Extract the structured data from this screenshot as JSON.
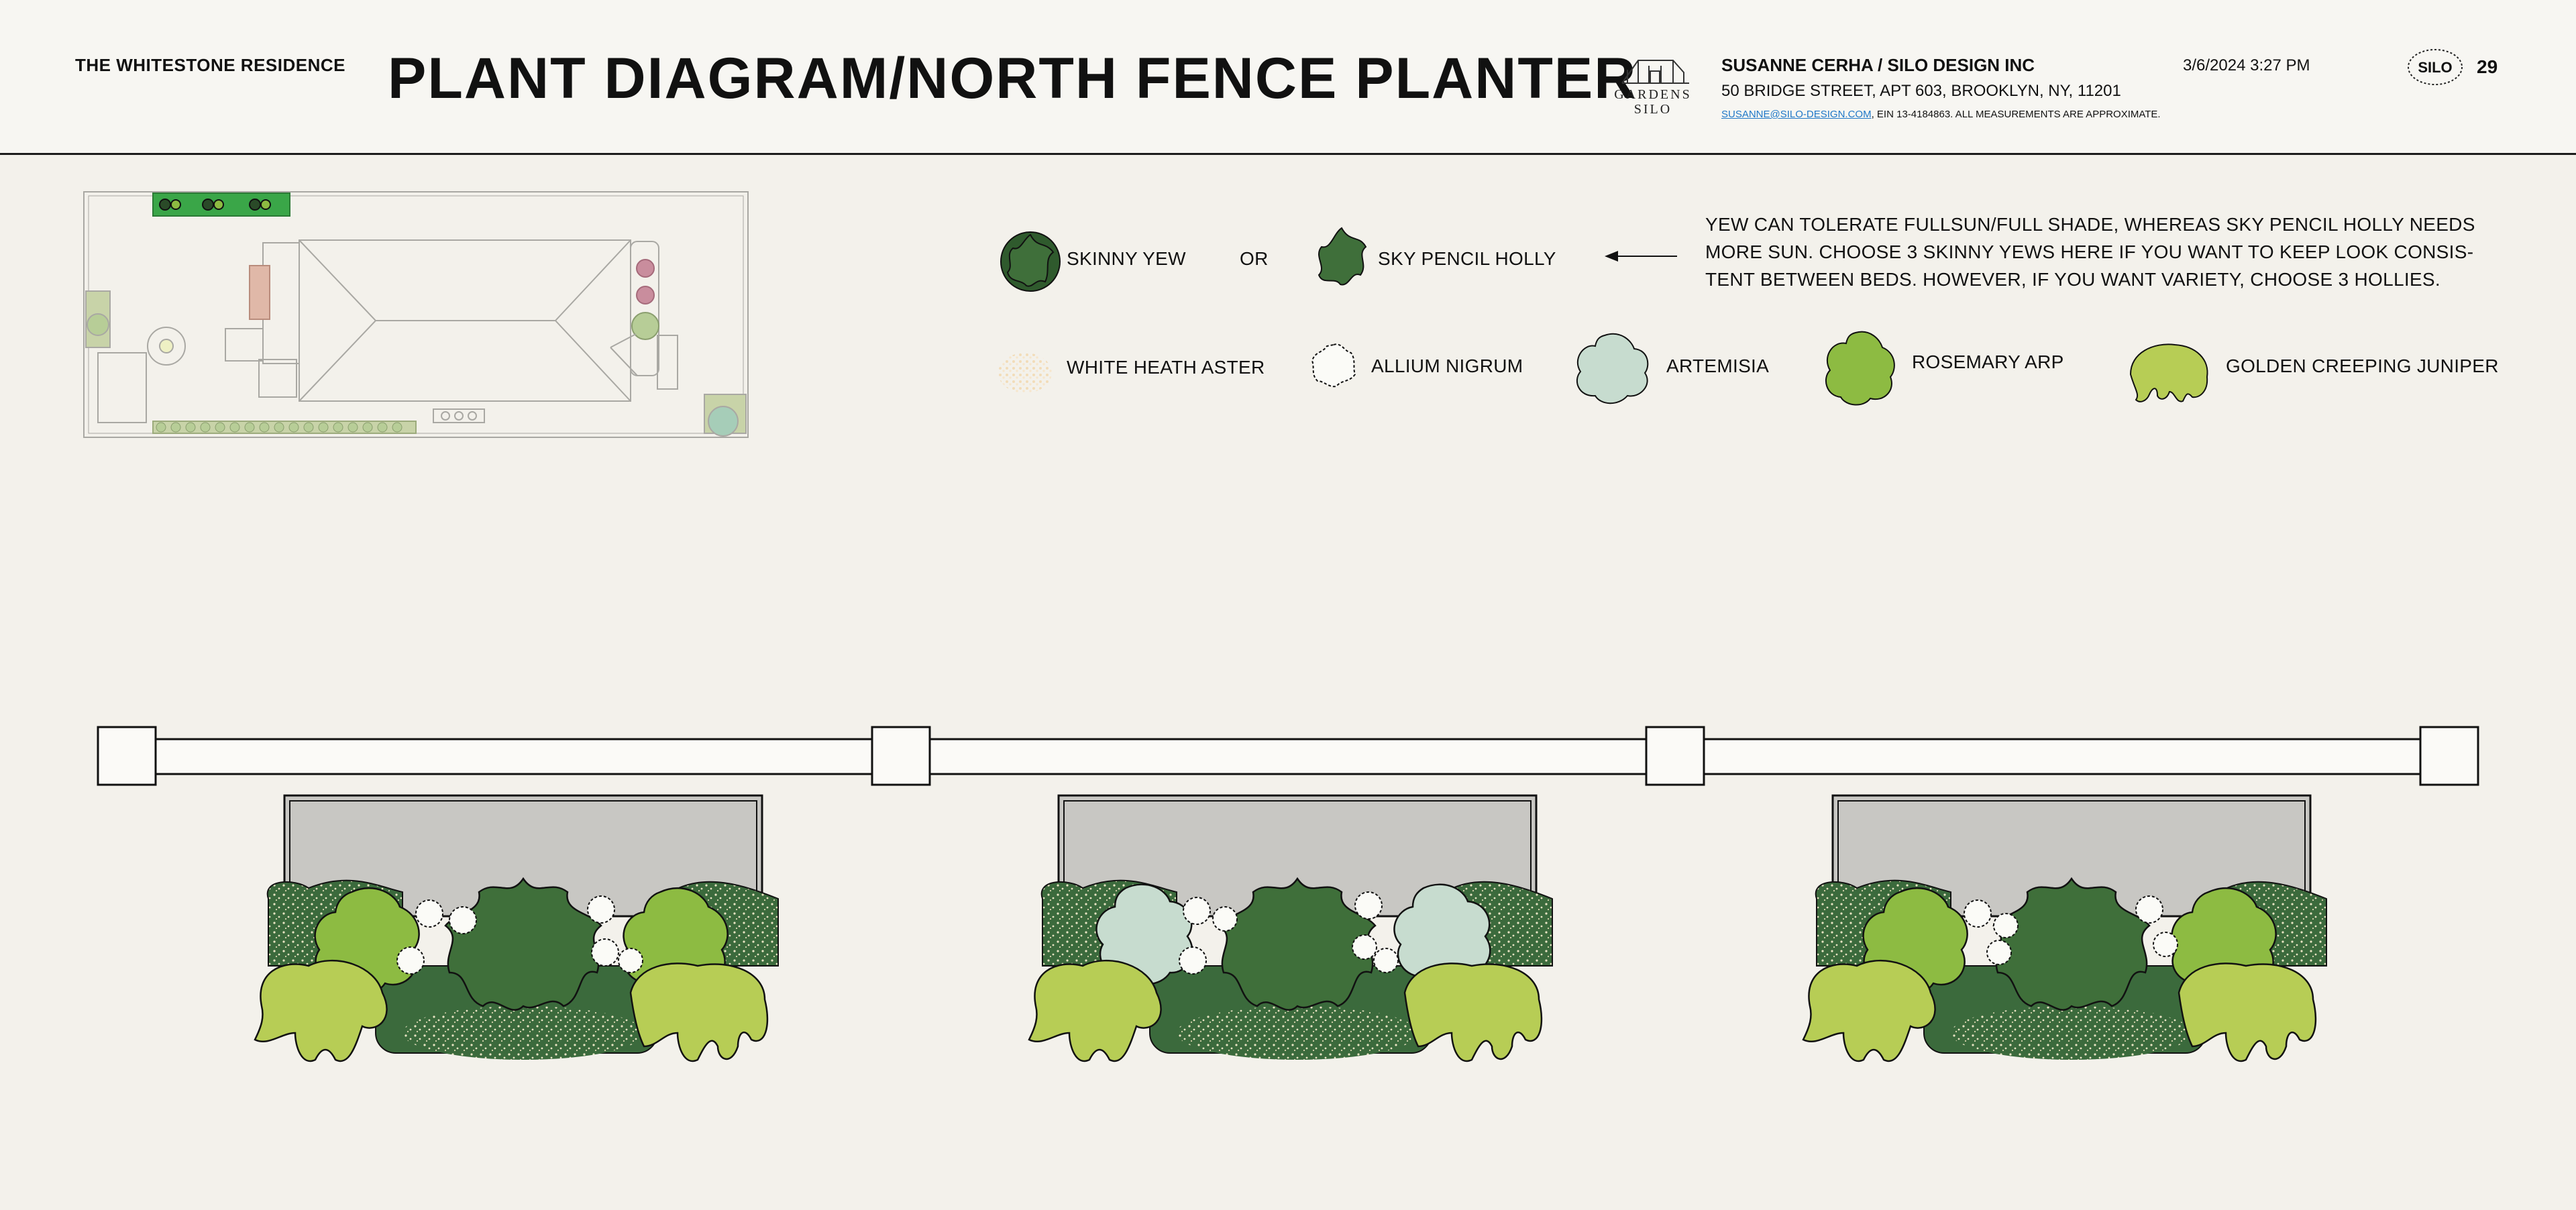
{
  "header": {
    "project": "THE WHITESTONE RESIDENCE",
    "title": "PLANT DIAGRAM/NORTH FENCE PLANTER",
    "logo_line1": "GARDENS",
    "logo_line2": "SILO",
    "company": "SUSANNE CERHA / SILO DESIGN INC",
    "address": "50 BRIDGE STREET, APT 603, BROOKLYN, NY, 11201",
    "email": "SUSANNE@SILO-DESIGN.COM",
    "contact_rest": ", EIN 13-4184863. ALL MEASUREMENTS ARE APPROXIMATE.",
    "datetime": "3/6/2024 3:27 PM",
    "badge_text": "SILO",
    "page_number": "29"
  },
  "legend": {
    "skinny_yew": "SKINNY YEW",
    "or": "OR",
    "sky_pencil_holly": "SKY PENCIL HOLLY",
    "note": "YEW CAN TOLERATE FULLSUN/FULL SHADE, WHEREAS SKY PENCIL HOLLY NEEDS MORE SUN. CHOOSE 3 SKINNY YEWS HERE IF YOU WANT TO KEEP LOOK CONSIS-TENT BETWEEN BEDS. HOWEVER, IF YOU WANT VARIETY, CHOOSE 3 HOLLIES.",
    "white_heath_aster": "WHITE HEATH ASTER",
    "allium_nigrum": "ALLIUM NIGRUM",
    "artemisia": "ARTEMISIA",
    "rosemary_arp": "ROSEMARY ARP",
    "golden_creeping_juniper": "GOLDEN CREEPING JUNIPER"
  },
  "colors": {
    "yew_green": "#3f6f3a",
    "rosemary_green": "#8dbb42",
    "juniper_green": "#b7cd55",
    "artemisia": "#c7dccf",
    "planter_gray": "#c8c7c3",
    "background": "#f3f1eb",
    "highlight_green": "#3aa648"
  },
  "planters": [
    {
      "center_plant": "skinny-yew",
      "side_plants": "rosemary-arp"
    },
    {
      "center_plant": "skinny-yew",
      "side_plants": "artemisia"
    },
    {
      "center_plant": "skinny-yew",
      "side_plants": "rosemary-arp"
    }
  ]
}
